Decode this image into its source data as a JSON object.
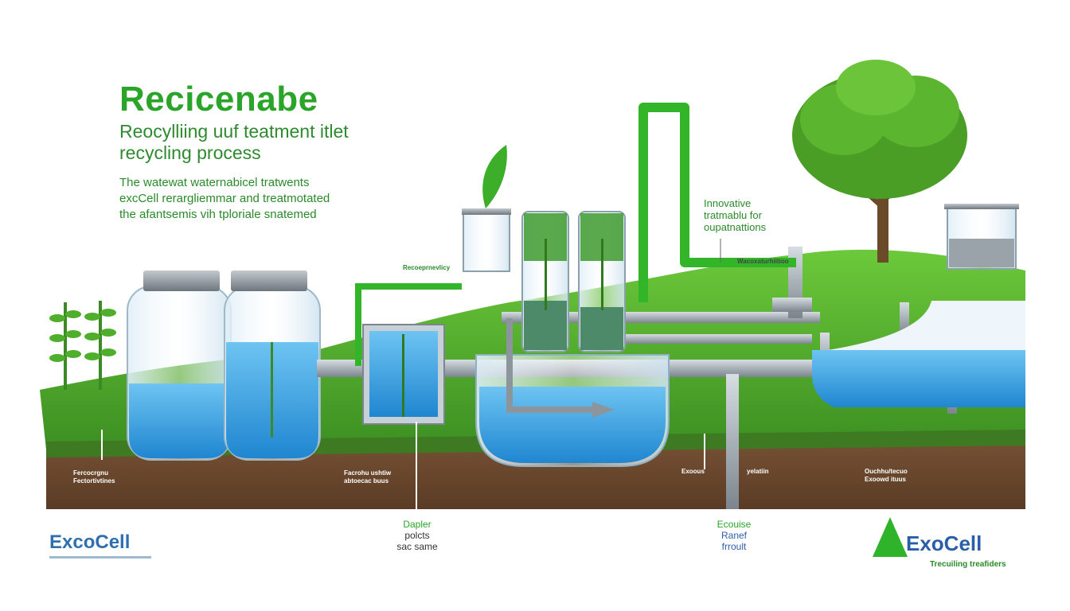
{
  "header": {
    "title": "Recicenabe",
    "subtitle_line1": "Reocylliing uuf teatment itlet",
    "subtitle_line2": "recycling process",
    "desc_line1": "The watewat waternabicel tratwents",
    "desc_line2": "excCell rerargliemmar and treatmotated",
    "desc_line3": "the afantsemis vih tploriale snatemed"
  },
  "callouts": {
    "innovative_line1": "Innovative",
    "innovative_line2": "tratmablu for",
    "innovative_line3": "oupatnattions",
    "pipe_top": "Recoeprnevlicy",
    "pipe_right": "Wacoxaturhiitioo"
  },
  "soil_labels": {
    "left_line1": "Fercocrgnu",
    "left_line2": "Fectortivtines",
    "mid_line1": "Facrohu ushtiw",
    "mid_line2": "abtoecac buus",
    "center": "Exoous",
    "center2": "yelatiin",
    "right_line1": "Ouchhu/tecuo",
    "right_line2": "Exoowd ituus"
  },
  "bottom_labels": {
    "left_line1": "Dapler",
    "left_line2": "polcts",
    "left_line3": "sac same",
    "right_line1": "Ecouise",
    "right_line2": "Ranef",
    "right_line3": "frroult"
  },
  "logos": {
    "left": "ExcoCell",
    "right": "ExoCell",
    "right_tagline": "Trecuiling treafiders"
  },
  "colors": {
    "brand_green": "#2aa52a",
    "water_blue": "#3aa7e6",
    "soil_brown": "#6b4a32",
    "grass_green": "#4caf2e",
    "pipe_gray": "#a9b1b8",
    "logo_blue": "#2f6fb0"
  }
}
